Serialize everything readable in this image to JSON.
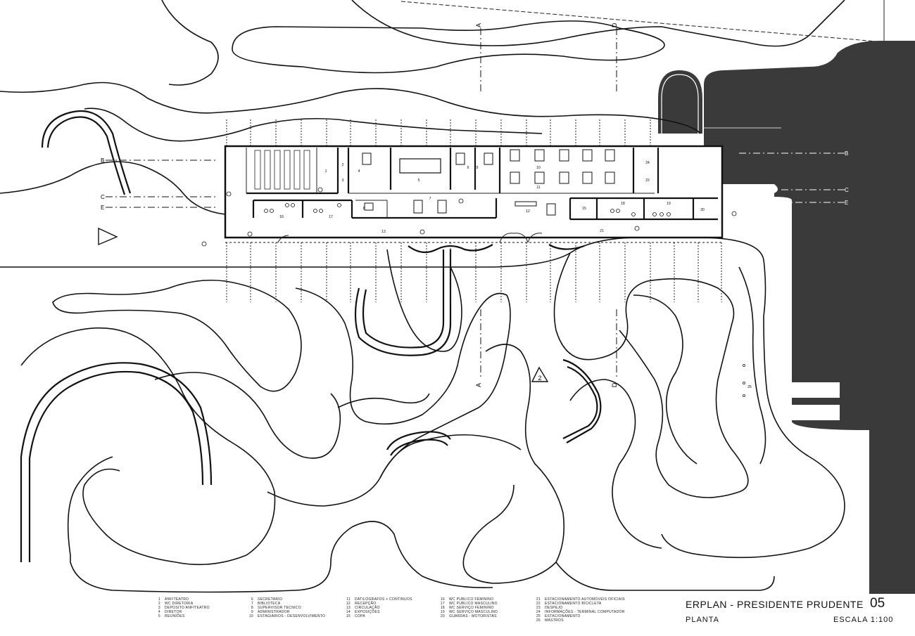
{
  "drawing": {
    "project_title": "ERPLAN - PRESIDENTE PRUDENTE",
    "sheet_number": "05",
    "sheet_label": "PLANTA",
    "scale": "ESCALA 1:100"
  },
  "section_markers": [
    "A",
    "B",
    "C",
    "D",
    "E"
  ],
  "level_marker": "2",
  "legend": [
    [
      "1",
      "ANFITEATRO"
    ],
    [
      "2",
      "WC DIRETORIA"
    ],
    [
      "3",
      "DEPOSITO ANFITEATRO"
    ],
    [
      "4",
      "DIRETOR"
    ],
    [
      "5",
      "REUNIÕES"
    ],
    [
      "6",
      "SECRETARIO"
    ],
    [
      "7",
      "BIBLIOTECA"
    ],
    [
      "8",
      "SUPERVISOR TECNICO"
    ],
    [
      "9",
      "ADMINISTRADOR"
    ],
    [
      "10",
      "ESTAGIARIOS - DESENVOLVIMENTO"
    ],
    [
      "11",
      "DATILOGRAFOS + CONTINUOS"
    ],
    [
      "12",
      "RECEPÇÃO"
    ],
    [
      "13",
      "CIRCULAÇÃO"
    ],
    [
      "14",
      "EXPOSIÇÕES"
    ],
    [
      "15",
      "COPA"
    ],
    [
      "16",
      "WC PUBLICO FEMININO"
    ],
    [
      "17",
      "WC PUBLICO MASCULINO"
    ],
    [
      "18",
      "WC SERVIÇO FEMININO"
    ],
    [
      "19",
      "WC SERVIÇO MASCULINO"
    ],
    [
      "20",
      "GUARDAS - MOTORISTAS"
    ],
    [
      "21",
      "ESTACIONAMENTO AUTOMOVEIS OFICIAIS"
    ],
    [
      "22",
      "ESTACIONAMENTO BICICLETA"
    ],
    [
      "23",
      "DESPEJO"
    ],
    [
      "24",
      "INFORMAÇÕES - TERMINAL COMPUTADOR"
    ],
    [
      "25",
      "ESTACIONAMENTO"
    ],
    [
      "26",
      "MASTROS"
    ]
  ],
  "room_numbers": [
    "1",
    "2",
    "3",
    "4",
    "5",
    "6",
    "7",
    "8",
    "9",
    "10",
    "11",
    "12",
    "13",
    "15",
    "16",
    "17",
    "18",
    "19",
    "20",
    "21",
    "22",
    "24",
    "25"
  ],
  "colors": {
    "ink": "#111111",
    "paving": "#3a3a3a",
    "paper": "#ffffff"
  }
}
